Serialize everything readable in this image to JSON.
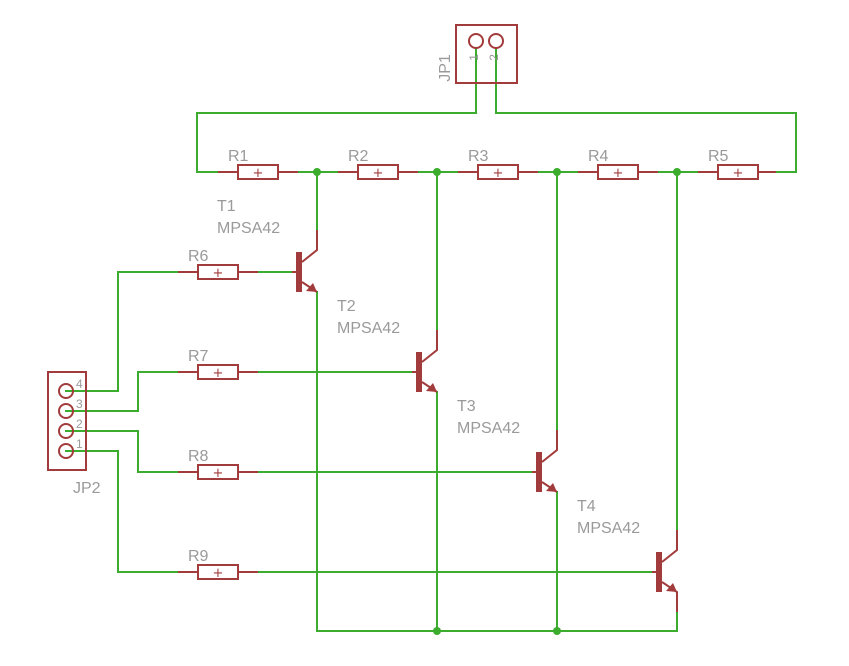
{
  "connectors": {
    "jp1": {
      "name": "JP1",
      "pins": [
        "1",
        "2"
      ]
    },
    "jp2": {
      "name": "JP2",
      "pins": [
        "4",
        "3",
        "2",
        "1"
      ]
    }
  },
  "resistors": {
    "r1": "R1",
    "r2": "R2",
    "r3": "R3",
    "r4": "R4",
    "r5": "R5",
    "r6": "R6",
    "r7": "R7",
    "r8": "R8",
    "r9": "R9"
  },
  "transistors": {
    "t1": {
      "name": "T1",
      "value": "MPSA42"
    },
    "t2": {
      "name": "T2",
      "value": "MPSA42"
    },
    "t3": {
      "name": "T3",
      "value": "MPSA42"
    },
    "t4": {
      "name": "T4",
      "value": "MPSA42"
    }
  },
  "resistor_symbol": "+",
  "colors": {
    "wire": "#3cac2e",
    "symbol": "#a23b3b",
    "label": "#9a9a9a"
  }
}
